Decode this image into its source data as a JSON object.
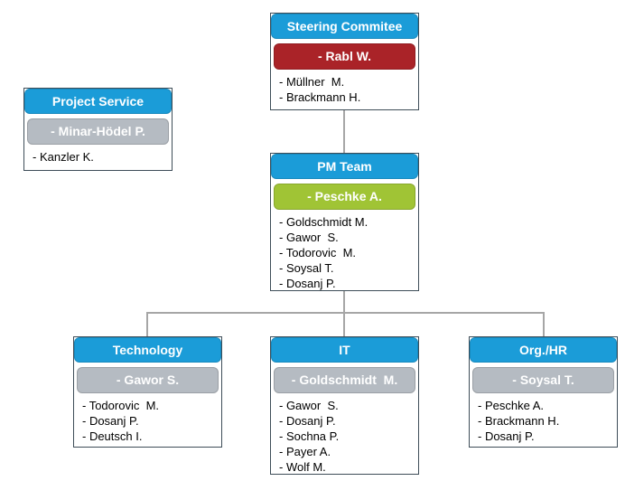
{
  "colors": {
    "header_blue": "#1B9CD8",
    "lead_red": "#AA2328",
    "lead_green": "#A0C435",
    "lead_gray": "#B5BBC2",
    "connector_gray": "#A6A6A6",
    "box_border": "#3E4D58"
  },
  "boxes": {
    "steering": {
      "title": "Steering Commitee",
      "lead": "- Rabl W.",
      "members": [
        "- Müllner  M.",
        "- Brackmann H."
      ]
    },
    "project_service": {
      "title": "Project Service",
      "lead": "- Minar-Hödel P.",
      "members": [
        "- Kanzler K."
      ]
    },
    "pm_team": {
      "title": "PM Team",
      "lead": "- Peschke A.",
      "members": [
        "- Goldschmidt M.",
        "- Gawor  S.",
        "- Todorovic  M.",
        "- Soysal T.",
        "- Dosanj P."
      ]
    },
    "technology": {
      "title": "Technology",
      "lead": "- Gawor S.",
      "members": [
        "- Todorovic  M.",
        "- Dosanj P.",
        "- Deutsch I."
      ]
    },
    "it": {
      "title": "IT",
      "lead": "- Goldschmidt  M.",
      "members": [
        "- Gawor  S.",
        "- Dosanj P.",
        "- Sochna P.",
        "- Payer A.",
        "- Wolf M."
      ]
    },
    "org_hr": {
      "title": "Org./HR",
      "lead": "- Soysal T.",
      "members": [
        "- Peschke A.",
        "- Brackmann H.",
        "- Dosanj P."
      ]
    }
  }
}
